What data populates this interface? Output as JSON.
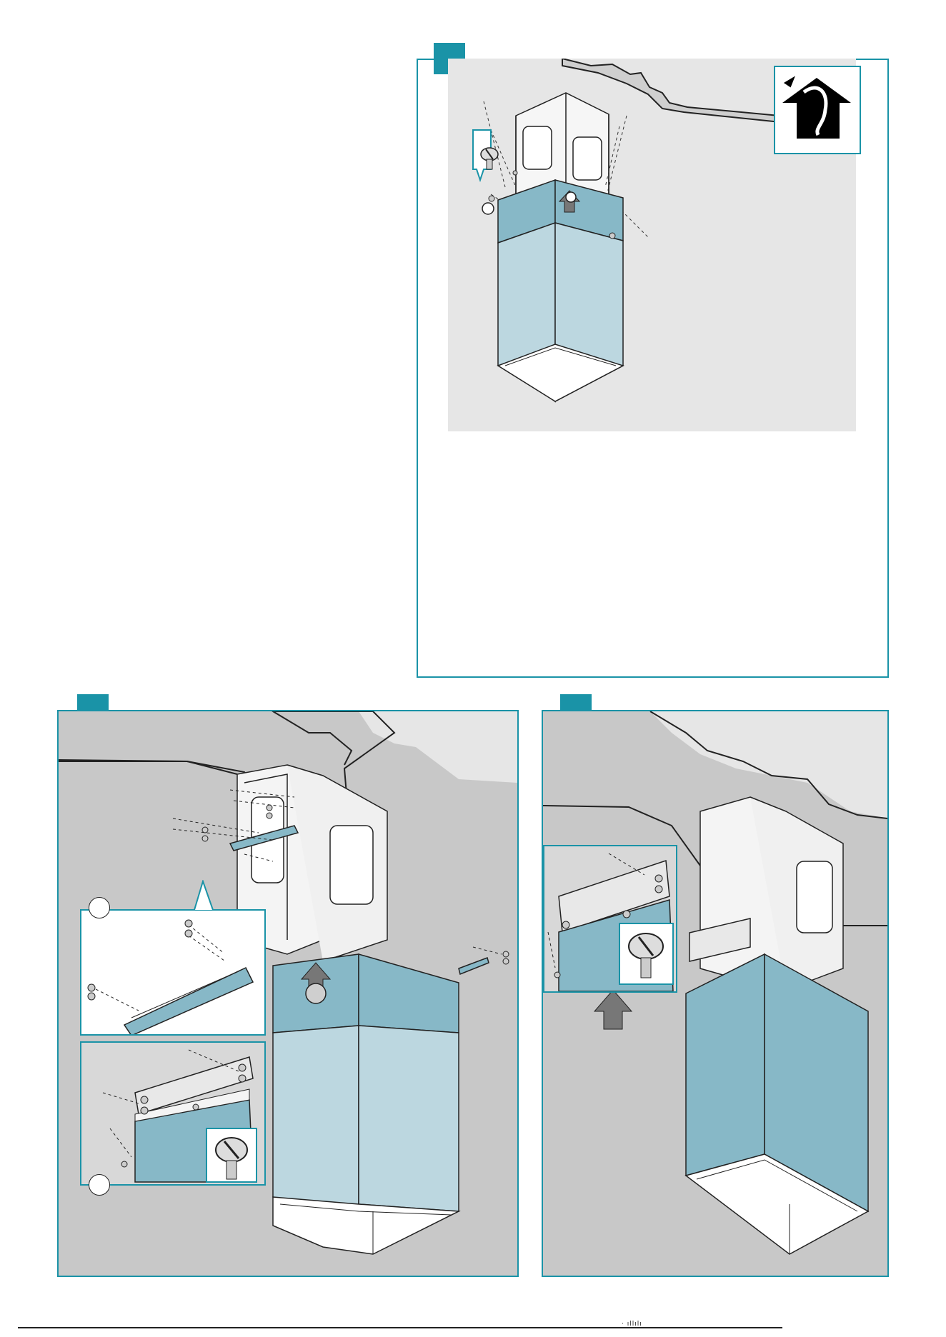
{
  "document": {
    "type": "installation-instructions",
    "panels": [
      {
        "id": "top-right",
        "step_tab": "",
        "hint_icon": "house-outside-air-icon"
      },
      {
        "id": "bottom-left",
        "step_tab": ""
      },
      {
        "id": "bottom-right",
        "step_tab": ""
      }
    ],
    "footer": {
      "marks": "·  ıllılı"
    },
    "colors": {
      "accent": "#1a93a7",
      "duct_dark": "#87b8c7",
      "duct_light": "#bcd7e0",
      "scene_bg": "#e8e8e8",
      "ceiling": "#c8c8c8"
    }
  }
}
